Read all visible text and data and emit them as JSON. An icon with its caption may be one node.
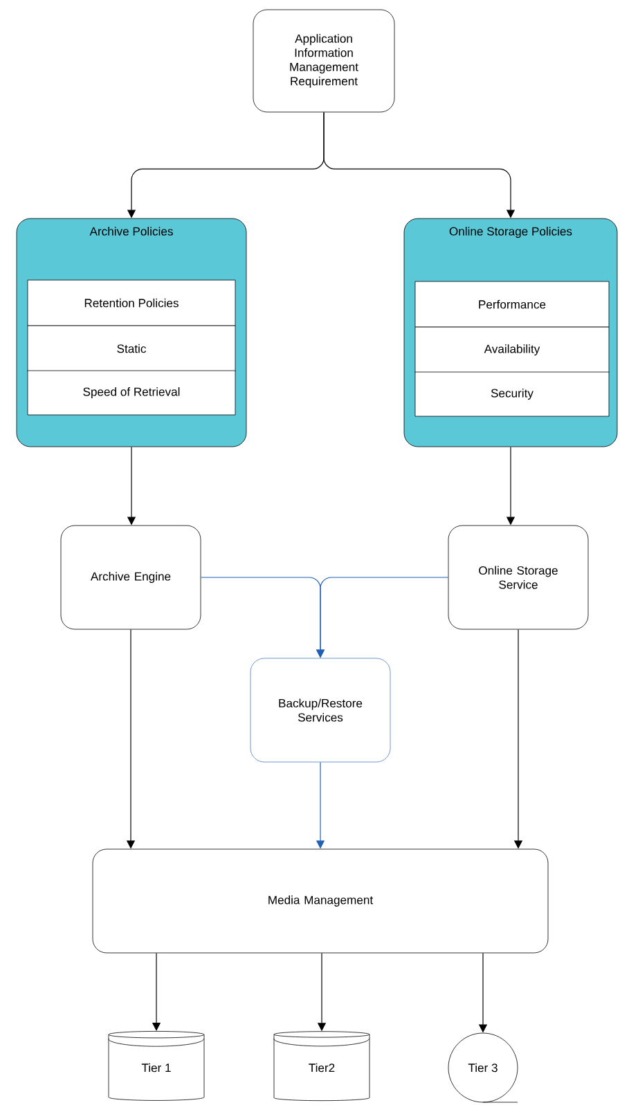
{
  "diagram": {
    "nodes": [
      {
        "text": [
          "Application Information Management Requirement"
        ]
      },
      {
        "text": [
          "Archive Policies"
        ]
      },
      {
        "text": [
          "Retention Policies"
        ],
        "in": 1
      },
      {
        "text": [
          "Static"
        ],
        "in": 1
      },
      {
        "text": [
          "Speed of Retrieval"
        ],
        "in": 1
      },
      {
        "text": [
          "Online Storage Policies"
        ]
      },
      {
        "text": [
          "Performance"
        ],
        "in": 5
      },
      {
        "text": [
          "Availability"
        ],
        "in": 5
      },
      {
        "text": [
          "Security"
        ],
        "in": 5
      },
      {
        "text": [
          "Archive Engine"
        ]
      },
      {
        "text": [
          "Online Storage Service"
        ]
      },
      {
        "text": [
          "Backup/Restore Services"
        ]
      },
      {
        "text": [
          "Media Management"
        ]
      },
      {
        "text": [
          "Tier 1"
        ]
      },
      {
        "text": [
          "Tier2"
        ]
      },
      {
        "text": [
          "Tier 3"
        ]
      }
    ],
    "edges": [
      {
        "from": 0,
        "to": 1,
        "arrow": "to"
      },
      {
        "from": 0,
        "to": 5,
        "arrow": "to"
      },
      {
        "from": 1,
        "to": 9,
        "arrow": "to"
      },
      {
        "from": 5,
        "to": 10,
        "arrow": "to"
      },
      {
        "from": 9,
        "to": 11,
        "arrow": "to",
        "color": "#1f5fb4"
      },
      {
        "from": 10,
        "to": 11,
        "arrow": "to",
        "color": "#1f5fb4"
      },
      {
        "from": 9,
        "to": 12,
        "arrow": "to"
      },
      {
        "from": 11,
        "to": 12,
        "arrow": "to",
        "color": "#1f5fb4"
      },
      {
        "from": 10,
        "to": 12,
        "arrow": "to"
      },
      {
        "from": 12,
        "to": 13,
        "arrow": "to"
      },
      {
        "from": 12,
        "to": 14,
        "arrow": "to"
      },
      {
        "from": 12,
        "to": 15,
        "arrow": "to"
      }
    ]
  }
}
